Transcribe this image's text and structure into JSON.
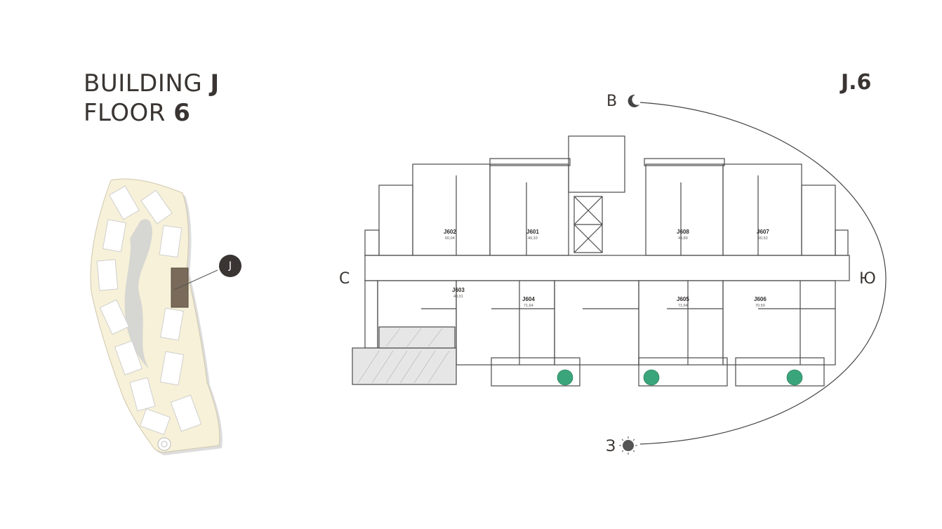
{
  "header": {
    "building_label": "BUILDING",
    "building_value": "J",
    "floor_label": "FLOOR",
    "floor_value": "6",
    "plan_code": "J.6"
  },
  "site_map": {
    "selected_marker": "J",
    "site_color": "#f7f1d9",
    "selected_color": "#7a6a5a"
  },
  "compass": {
    "north": "С",
    "south": "Ю",
    "east": "В",
    "west": "З",
    "east_icon": "moon-icon",
    "west_icon": "sun-icon"
  },
  "apartments": [
    {
      "id": "J602",
      "area": "60,04"
    },
    {
      "id": "J601",
      "area": "49,33"
    },
    {
      "id": "J608",
      "area": "48,89"
    },
    {
      "id": "J607",
      "area": "60,52"
    },
    {
      "id": "J603",
      "area": "49,01"
    },
    {
      "id": "J604",
      "area": "71,64"
    },
    {
      "id": "J605",
      "area": "71,64"
    },
    {
      "id": "J606",
      "area": "70,50"
    }
  ],
  "colors": {
    "text": "#3a3532",
    "plan_line": "#4a4a4a",
    "greenery": "#3aa57a"
  }
}
